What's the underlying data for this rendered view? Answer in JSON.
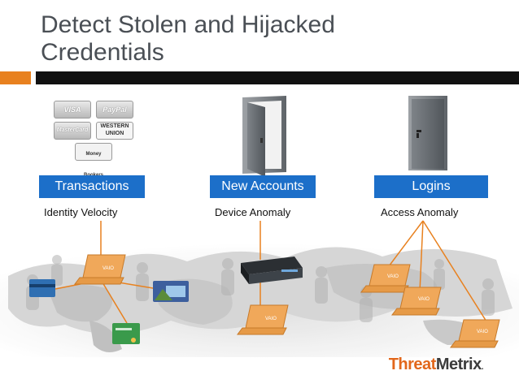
{
  "slide": {
    "title_line1": "Detect Stolen and Hijacked",
    "title_line2": "Credentials"
  },
  "payment_logos": {
    "visa": "VISA",
    "paypal": "PayPal",
    "mastercard": "MasterCard",
    "western_union_line1": "WESTERN",
    "western_union_line2": "UNION",
    "moneybookers": "Money Bookers"
  },
  "columns": [
    {
      "pill": "Transactions",
      "label": "Identity Velocity"
    },
    {
      "pill": "New Accounts",
      "label": "Device Anomaly"
    },
    {
      "pill": "Logins",
      "label": "Access Anomaly"
    }
  ],
  "laptop_screen_text": "VAIO",
  "brand": {
    "part1": "Threat",
    "part2": "Metrix",
    "suffix": "."
  },
  "colors": {
    "title": "#4a4f55",
    "orange_bar": "#e8811f",
    "black_bar": "#111111",
    "pill_blue": "#1c6fc9",
    "laptop_orange": "#f0a85a",
    "connector_orange": "#e8811f",
    "brand_orange": "#e2671b",
    "brand_dark": "#3c3c3c"
  },
  "icons": [
    "payment-logos",
    "open-door-icon",
    "closed-door-icon",
    "laptop-icon",
    "credit-card-icon",
    "network-device-icon",
    "world-map-crowd-background"
  ]
}
